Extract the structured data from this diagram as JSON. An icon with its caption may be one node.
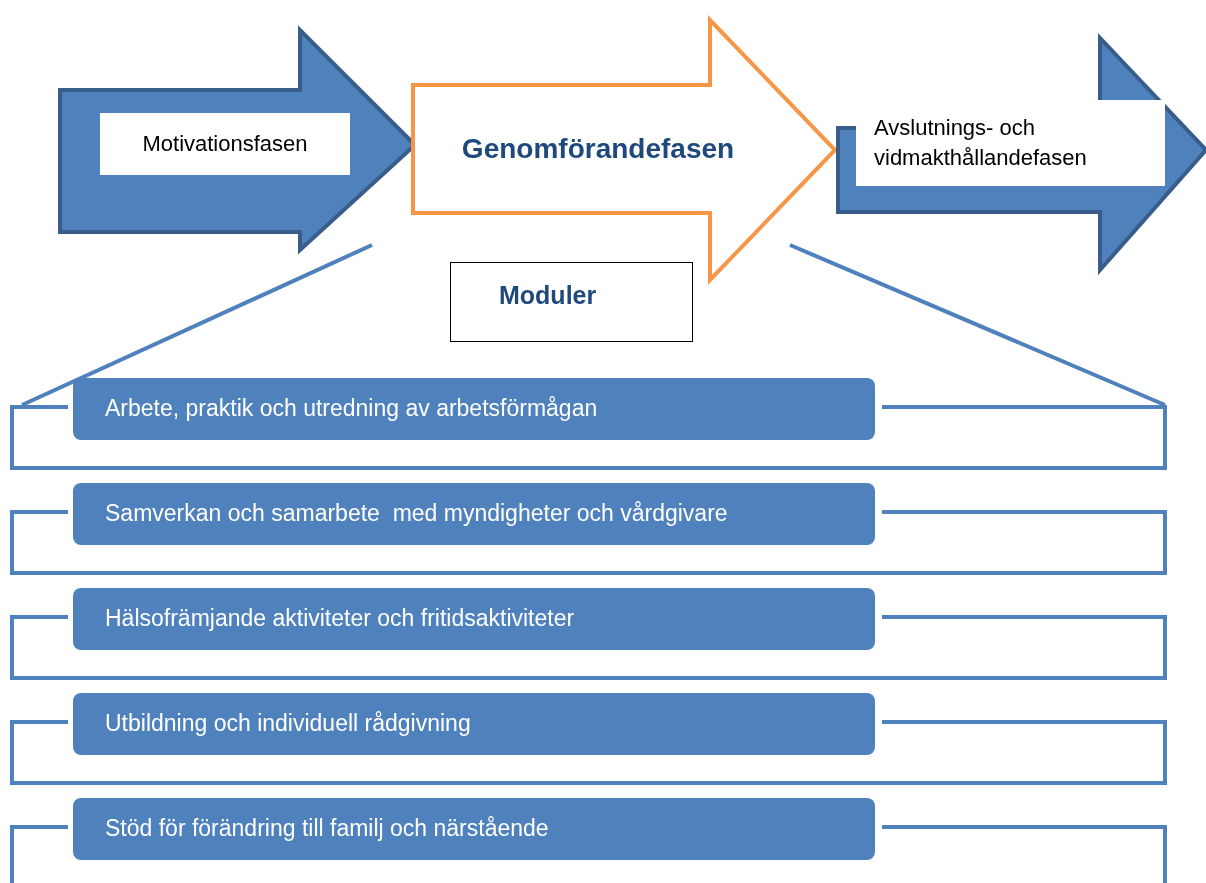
{
  "diagram": {
    "nodes": [
      {
        "text": [
          "Motivationsfasen"
        ]
      },
      {
        "text": [
          "Genomförandefasen"
        ]
      },
      {
        "text": [
          "Avslutnings- och vidmakthållandefasen"
        ]
      },
      {
        "text": [
          "Moduler"
        ]
      },
      {
        "text": [
          "Arbete, praktik och utredning av arbetsförmågan"
        ]
      },
      {
        "text": [
          "Samverkan och samarbete  med myndigheter och vårdgivare"
        ]
      },
      {
        "text": [
          "Hälsofrämjande aktiviteter och fritidsaktiviteter"
        ]
      },
      {
        "text": [
          "Utbildning och individuell rådgivning"
        ]
      },
      {
        "text": [
          "Stöd för förändring till familj och närstående"
        ]
      }
    ]
  }
}
